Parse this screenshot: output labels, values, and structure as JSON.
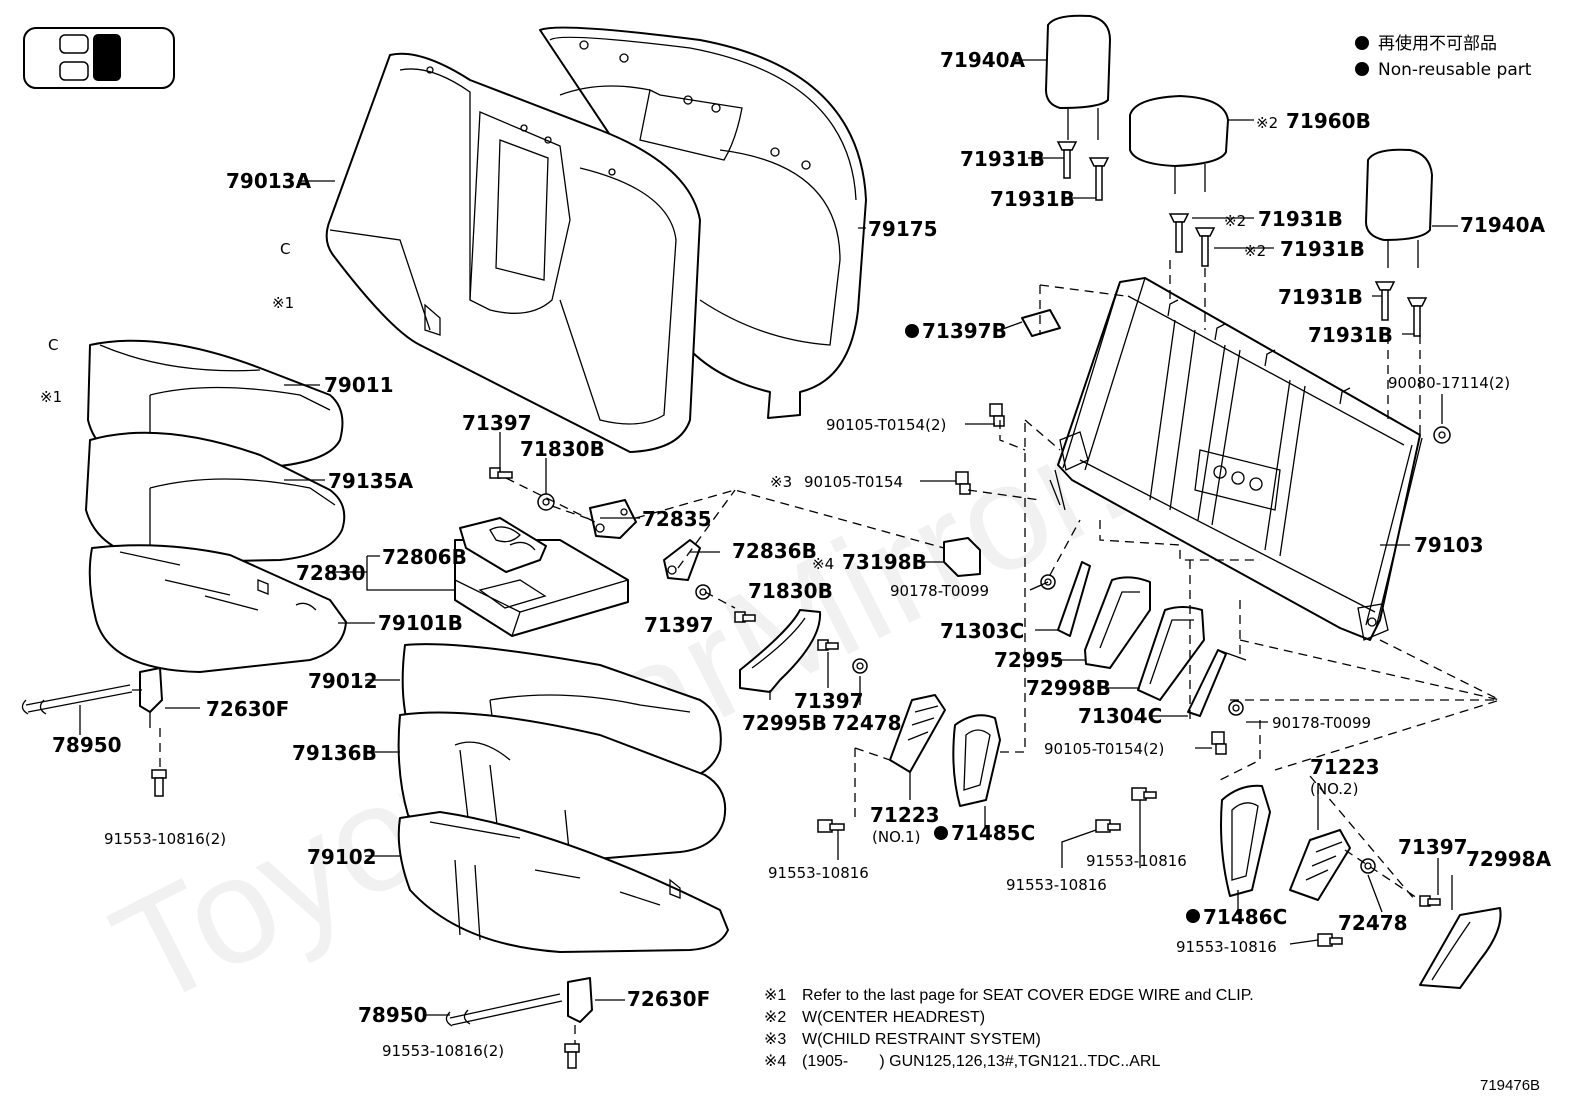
{
  "legend": {
    "items": [
      {
        "text": "再使用不可部品"
      },
      {
        "text": "Non-reusable part"
      }
    ]
  },
  "watermark": "ToyotaCarMirror.ru",
  "parts": {
    "p79013A": "79013A",
    "p79175": "79175",
    "p79011": "79011",
    "p79135A": "79135A",
    "p79101B": "79101B",
    "p79012": "79012",
    "p79136B": "79136B",
    "p79102": "79102",
    "p78950a": "78950",
    "p72630Fa": "72630F",
    "p91553_2a": "91553-10816(2)",
    "p78950b": "78950",
    "p72630Fb": "72630F",
    "p91553_2b": "91553-10816(2)",
    "p72830": "72830",
    "p72806B": "72806B",
    "p71397a": "71397",
    "p71830Ba": "71830B",
    "p72835": "72835",
    "p72836B": "72836B",
    "p71830Bb": "71830B",
    "p71397b": "71397",
    "p72995B": "72995B",
    "p71397c": "71397",
    "p72478a": "72478",
    "p71223a": "71223",
    "p71223a_sub": "(NO.1)",
    "p91553a": "91553-10816",
    "p71485C": "71485C",
    "p71940Aa": "71940A",
    "p71931Ba": "71931B",
    "p71931Bb": "71931B",
    "p71960B": "71960B",
    "p71931Bc": "71931B",
    "p71931Bd": "71931B",
    "p71940Ab": "71940A",
    "p71931Be": "71931B",
    "p71931Bf": "71931B",
    "p71397B": "71397B",
    "p90080": "90080-17114(2)",
    "p90105_2a": "90105-T0154(2)",
    "p90105": "90105-T0154",
    "p73198B": "73198B",
    "p90178a": "90178-T0099",
    "p79103": "79103",
    "p71303C": "71303C",
    "p72995": "72995",
    "p72998B": "72998B",
    "p71304C": "71304C",
    "p90178b": "90178-T0099",
    "p90105_2b": "90105-T0154(2)",
    "p91553b": "91553-10816",
    "p91553c": "91553-10816",
    "p71223b": "71223",
    "p71223b_sub": "(NO.2)",
    "p71397d": "71397",
    "p72998A": "72998A",
    "p72478b": "72478",
    "p71486C": "71486C",
    "p91553d": "91553-10816"
  },
  "symbols": {
    "s1a": "※1",
    "s1b": "※1",
    "s2a": "※2",
    "s2b": "※2",
    "s2c": "※2",
    "s3": "※3",
    "s4": "※4",
    "clip_a": "C",
    "clip_b": "C"
  },
  "notes": [
    {
      "mark": "※1",
      "text": "Refer to the last page for SEAT COVER EDGE WIRE and CLIP."
    },
    {
      "mark": "※2",
      "text": "W(CENTER  HEADREST)"
    },
    {
      "mark": "※3",
      "text": "W(CHILD RESTRAINT SYSTEM)"
    },
    {
      "mark": "※4",
      "text": "(1905-       ) GUN125,126,13#,TGN121..TDC..ARL"
    }
  ],
  "diagram_code": "719476B"
}
